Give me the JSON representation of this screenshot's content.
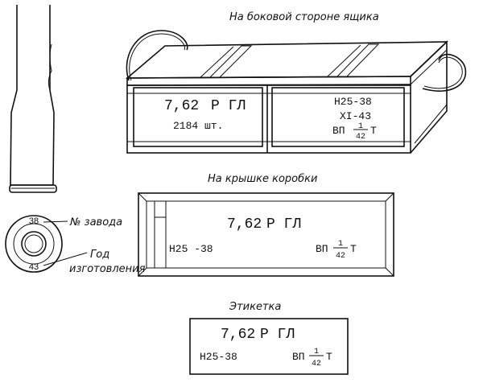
{
  "captions": {
    "box_side": "На боковой стороне ящика",
    "lid": "На крышке коробки",
    "label": "Этикетка"
  },
  "box_side": {
    "caliber": "7,62",
    "type": "Р ГЛ",
    "count": "2184 шт.",
    "lot": "Н25-38",
    "date": "XI-43",
    "powder_prefix": "ВП",
    "powder_num": "1",
    "powder_den": "42",
    "powder_suffix": "Т"
  },
  "lid": {
    "caliber": "7,62",
    "type": "Р ГЛ",
    "lot": "Н25 -38",
    "powder_prefix": "ВП",
    "powder_num": "1",
    "powder_den": "42",
    "powder_suffix": "Т"
  },
  "label_card": {
    "caliber": "7,62",
    "type": "Р ГЛ",
    "lot": "Н25-38",
    "powder_prefix": "ВП",
    "powder_num": "1",
    "powder_den": "42",
    "powder_suffix": "Т"
  },
  "headstamp": {
    "factory_num": "38",
    "year_num": "43",
    "factory_label": "№ завода",
    "year_label_1": "Год",
    "year_label_2": "изготовления"
  }
}
